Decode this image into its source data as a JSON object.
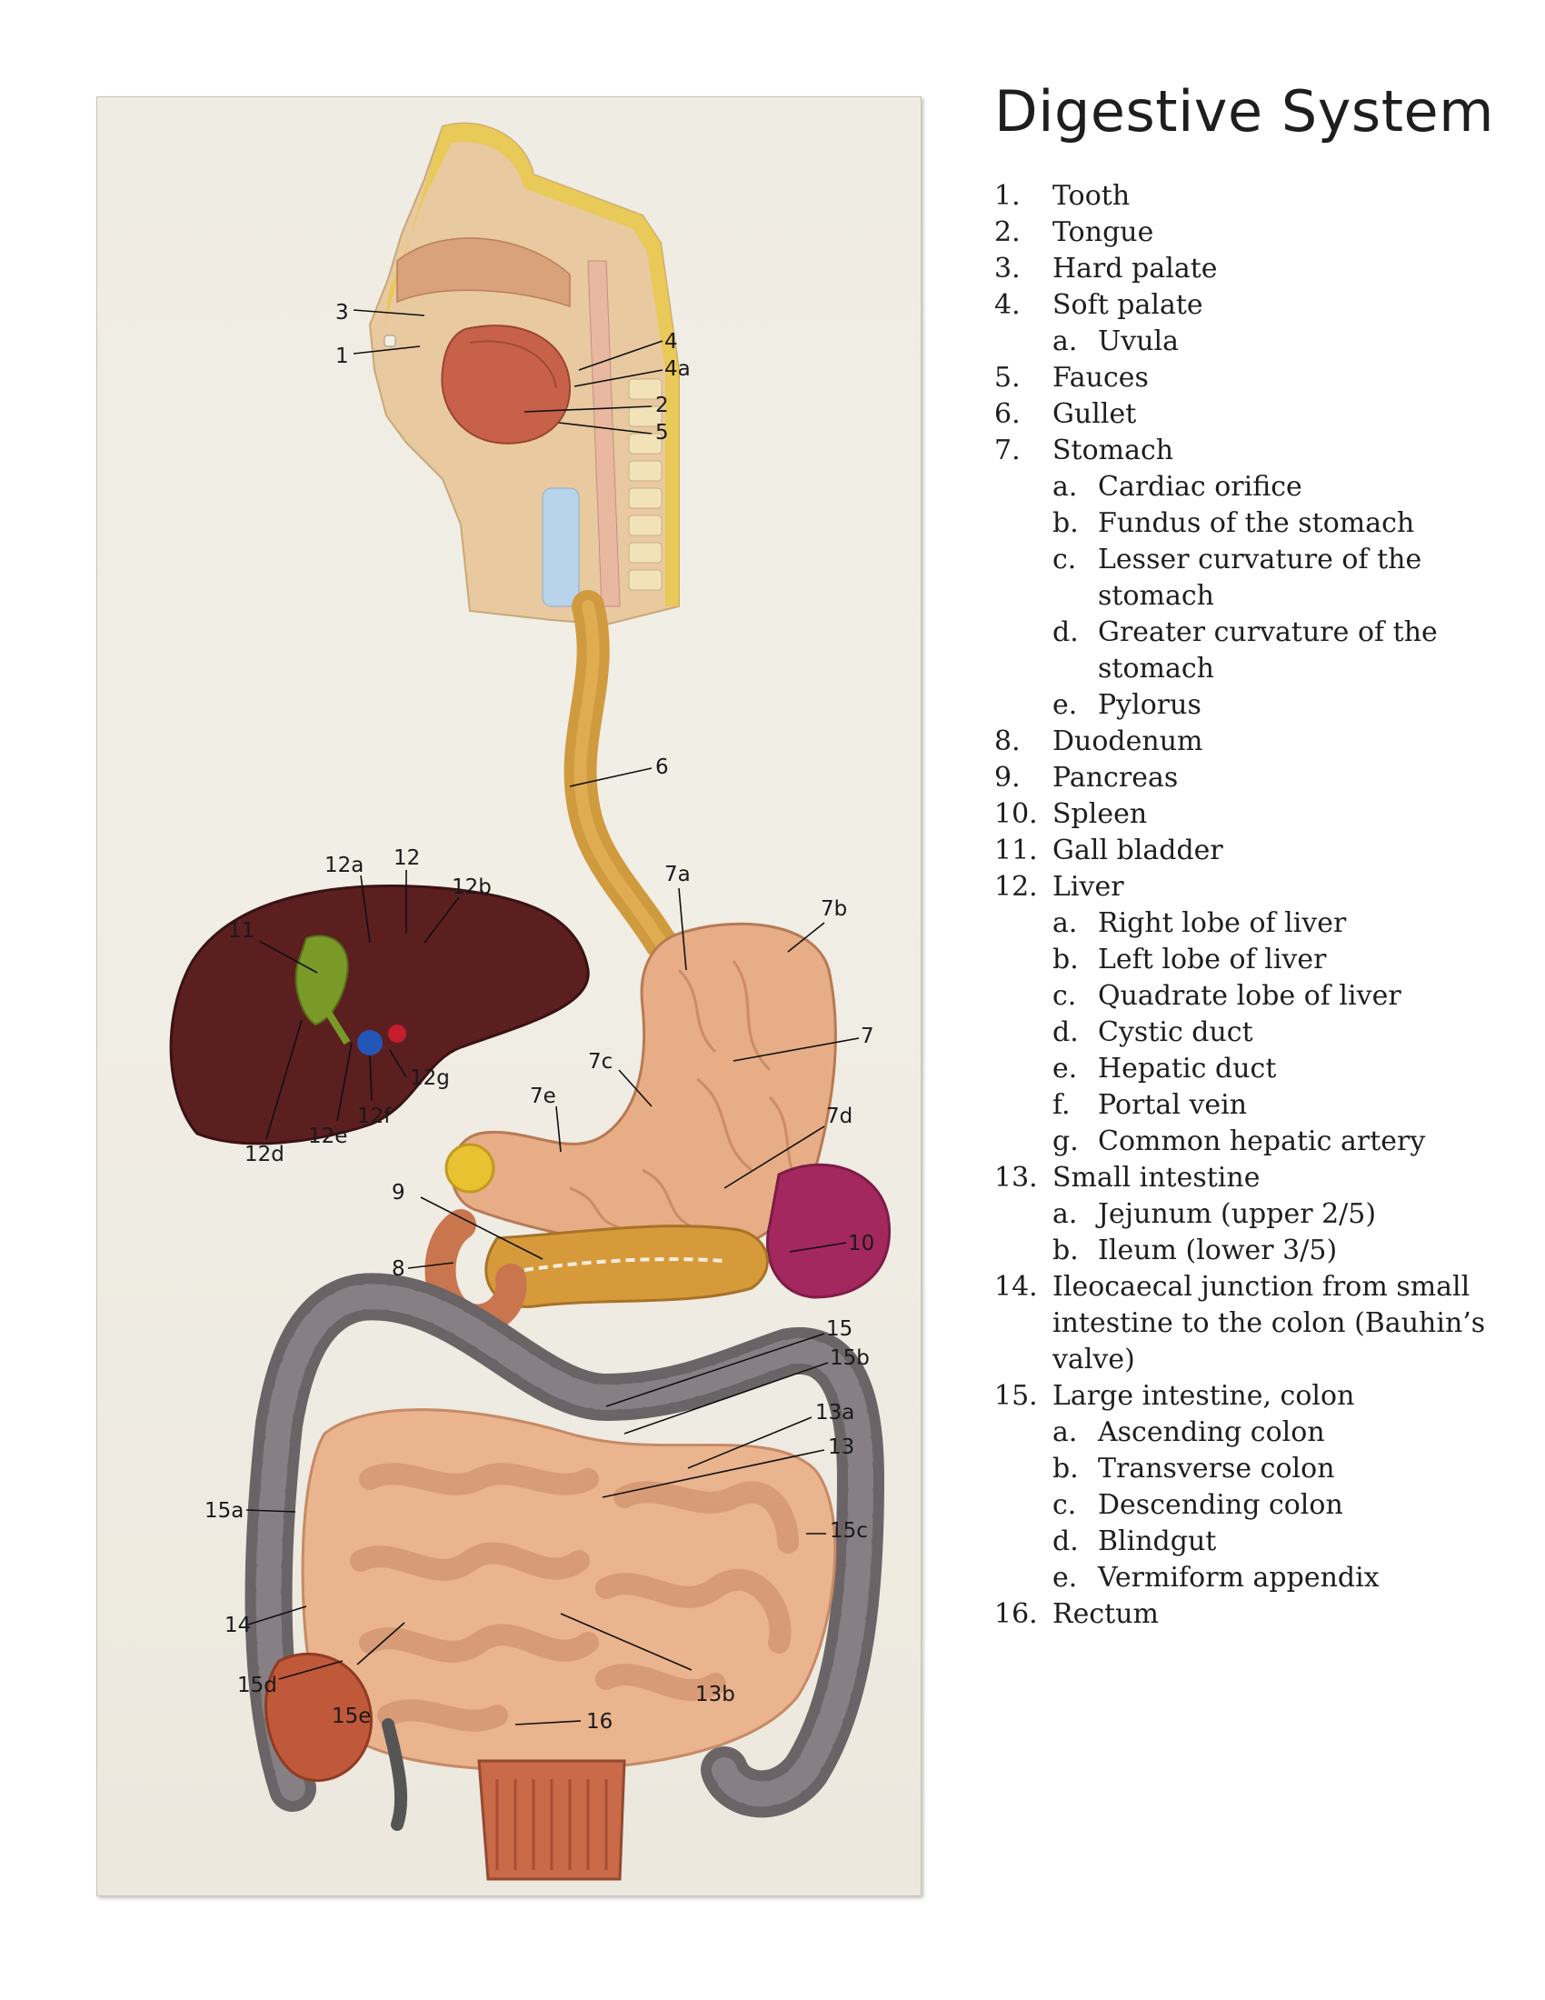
{
  "title": "Digestive System",
  "legend": [
    {
      "num": "1.",
      "label": "Tooth"
    },
    {
      "num": "2.",
      "label": "Tongue"
    },
    {
      "num": "3.",
      "label": "Hard palate"
    },
    {
      "num": "4.",
      "label": "Soft palate",
      "sub": [
        {
          "letter": "a.",
          "label": "Uvula"
        }
      ]
    },
    {
      "num": "5.",
      "label": "Fauces"
    },
    {
      "num": "6.",
      "label": "Gullet"
    },
    {
      "num": "7.",
      "label": "Stomach",
      "sub": [
        {
          "letter": "a.",
          "label": "Cardiac orifice"
        },
        {
          "letter": "b.",
          "label": "Fundus of the stomach"
        },
        {
          "letter": "c.",
          "label": "Lesser curvature of the stomach"
        },
        {
          "letter": "d.",
          "label": "Greater curvature of the stomach"
        },
        {
          "letter": "e.",
          "label": "Pylorus"
        }
      ]
    },
    {
      "num": "8.",
      "label": "Duodenum"
    },
    {
      "num": "9.",
      "label": "Pancreas"
    },
    {
      "num": "10.",
      "label": "Spleen"
    },
    {
      "num": "11.",
      "label": "Gall bladder"
    },
    {
      "num": "12.",
      "label": "Liver",
      "sub": [
        {
          "letter": "a.",
          "label": "Right lobe of liver"
        },
        {
          "letter": "b.",
          "label": "Left lobe of liver"
        },
        {
          "letter": "c.",
          "label": "Quadrate lobe of liver"
        },
        {
          "letter": "d.",
          "label": "Cystic duct"
        },
        {
          "letter": "e.",
          "label": "Hepatic duct"
        },
        {
          "letter": "f.",
          "label": "Portal vein"
        },
        {
          "letter": "g.",
          "label": "Common hepatic artery"
        }
      ]
    },
    {
      "num": "13.",
      "label": "Small intestine",
      "sub": [
        {
          "letter": "a.",
          "label": "Jejunum (upper 2/5)"
        },
        {
          "letter": "b.",
          "label": "Ileum (lower 3/5)"
        }
      ]
    },
    {
      "num": "14.",
      "label": "Ileocaecal junction from small intestine to the colon (Bauhin’s valve)"
    },
    {
      "num": "15.",
      "label": "Large intestine, colon",
      "sub": [
        {
          "letter": "a.",
          "label": "Ascending colon"
        },
        {
          "letter": "b.",
          "label": "Transverse colon"
        },
        {
          "letter": "c.",
          "label": "Descending colon"
        },
        {
          "letter": "d.",
          "label": "Blindgut"
        },
        {
          "letter": "e.",
          "label": "Vermiform appendix"
        }
      ]
    },
    {
      "num": "16.",
      "label": "Rectum"
    }
  ],
  "callouts": {
    "c3": "3",
    "c1": "1",
    "c4": "4",
    "c4a": "4a",
    "c2": "2",
    "c5": "5",
    "c6": "6",
    "c7a": "7a",
    "c7b": "7b",
    "c7": "7",
    "c7c": "7c",
    "c7e": "7e",
    "c7d": "7d",
    "c12a": "12a",
    "c12": "12",
    "c12b": "12b",
    "c11": "11",
    "c12g": "12g",
    "c12f": "12f",
    "c12e": "12e",
    "c12d": "12d",
    "c9": "9",
    "c8": "8",
    "c10": "10",
    "c15": "15",
    "c15b": "15b",
    "c13a": "13a",
    "c13": "13",
    "c15a": "15a",
    "c15c": "15c",
    "c14": "14",
    "c15d": "15d",
    "c15e": "15e",
    "c13b": "13b",
    "c16": "16"
  }
}
